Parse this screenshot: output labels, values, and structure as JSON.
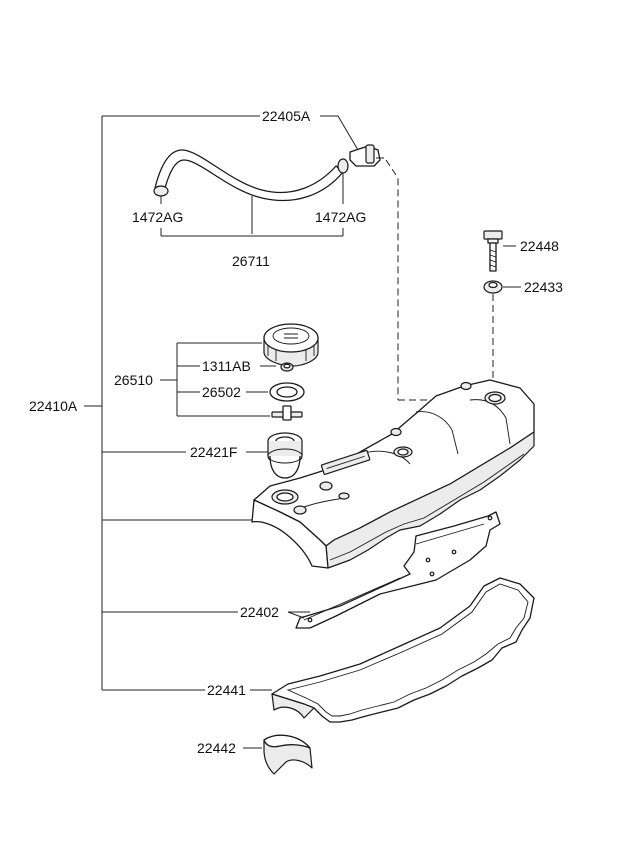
{
  "labels": {
    "p22405A": "22405A",
    "p1472AG_left": "1472AG",
    "p1472AG_right": "1472AG",
    "p26711": "26711",
    "p22448": "22448",
    "p22433": "22433",
    "p26510": "26510",
    "p1311AB": "1311AB",
    "p26502": "26502",
    "p22410A": "22410A",
    "p22421F": "22421F",
    "p22402": "22402",
    "p22441": "22441",
    "p22442": "22442"
  }
}
